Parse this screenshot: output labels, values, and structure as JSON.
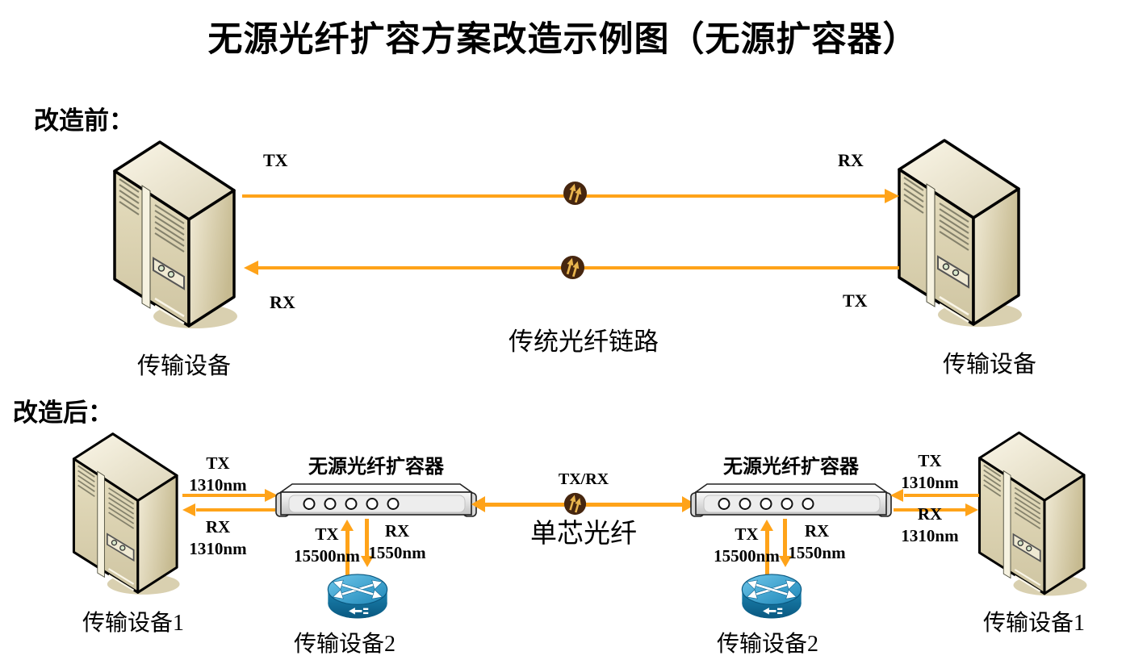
{
  "title": "无源光纤扩容方案改造示例图（无源扩容器）",
  "colors": {
    "arrow_orange": "#FFA319",
    "fiber_icon_bg": "#46260F",
    "fiber_icon_arrows": "#E9B54E",
    "server_beige": "#DED5B8",
    "expander_gray": "#E6E6E6",
    "router_blue_top": "#45ADDC",
    "router_blue_side": "#1074A6"
  },
  "before": {
    "section_label": "改造前：",
    "left_device": {
      "label": "传输设备"
    },
    "right_device": {
      "label": "传输设备"
    },
    "top_line": {
      "left_label": "TX",
      "right_label": "RX"
    },
    "bottom_line": {
      "left_label": "RX",
      "right_label": "TX"
    },
    "link_label": "传统光纤链路"
  },
  "after": {
    "section_label": "改造后：",
    "left_device": {
      "label": "传输设备1"
    },
    "right_device": {
      "label": "传输设备1"
    },
    "left_expander": {
      "label": "无源光纤扩容器"
    },
    "right_expander": {
      "label": "无源光纤扩容器"
    },
    "left_link": {
      "tx": "TX",
      "tx_wavelength": "1310nm",
      "rx": "RX",
      "rx_wavelength": "1310nm"
    },
    "right_link": {
      "tx": "TX",
      "tx_wavelength": "1310nm",
      "rx": "RX",
      "rx_wavelength": "1310nm"
    },
    "left_drop": {
      "tx": "TX",
      "tx_wavelength": "15500nm",
      "rx": "RX",
      "rx_wavelength": "1550nm"
    },
    "right_drop": {
      "tx": "TX",
      "tx_wavelength": "15500nm",
      "rx": "RX",
      "rx_wavelength": "1550nm"
    },
    "middle": {
      "txrx_label": "TX/RX",
      "fiber_label": "单芯光纤"
    },
    "left_router": {
      "label": "传输设备2"
    },
    "right_router": {
      "label": "传输设备2"
    }
  }
}
